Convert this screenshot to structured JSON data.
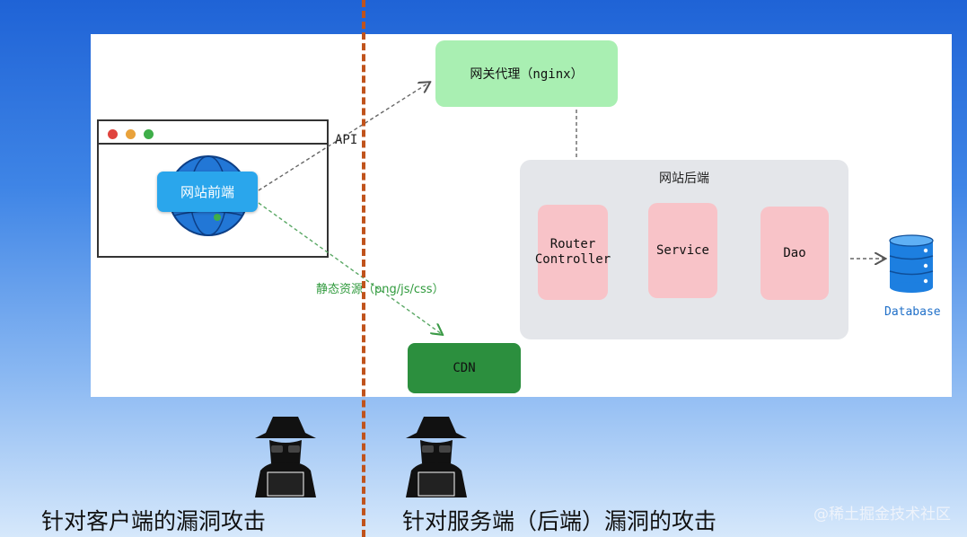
{
  "diagram": {
    "frontend_label": "网站前端",
    "gateway_label": "网关代理（nginx）",
    "backend_title": "网站后端",
    "router_label": "Router Controller",
    "service_label": "Service",
    "dao_label": "Dao",
    "database_label": "Database",
    "cdn_label": "CDN",
    "api_label": "API",
    "static_label": "静态资源（png/js/css）"
  },
  "captions": {
    "left": "针对客户端的漏洞攻击",
    "right": "针对服务端（后端）漏洞的攻击"
  },
  "watermark": "@稀土掘金技术社区",
  "colors": {
    "gateway": "#a9efb2",
    "backend_nodes": "#f8c3c8",
    "cdn": "#2c8f3e",
    "frontend": "#2aa6ec",
    "divider": "#c0531c"
  }
}
